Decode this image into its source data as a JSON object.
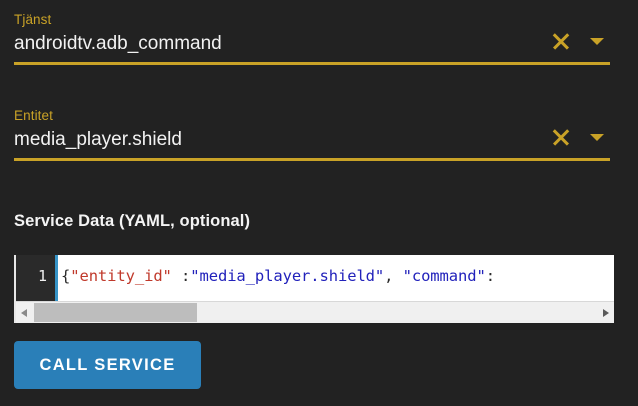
{
  "theme": {
    "background": "#222222",
    "accent_gold": "#c9a227",
    "button_blue": "#2a7fb8",
    "editor_bg": "#ffffff",
    "gutter_bg": "#2a2a2a",
    "caret_blue": "#3794c7"
  },
  "fields": [
    {
      "label": "Tjänst",
      "value": "androidtv.adb_command",
      "clear_icon": "close-icon",
      "dropdown_icon": "chevron-down-icon"
    },
    {
      "label": "Entitet",
      "value": "media_player.shield",
      "clear_icon": "close-icon",
      "dropdown_icon": "chevron-down-icon"
    }
  ],
  "service_data": {
    "title": "Service Data (YAML, optional)",
    "line_number": "1",
    "code_raw": "{\"entity_id\" :\"media_player.shield\", \"command\":",
    "tokens": [
      {
        "text": "{",
        "type": "punct"
      },
      {
        "text": "\"entity_id\"",
        "type": "key"
      },
      {
        "text": " :",
        "type": "punct"
      },
      {
        "text": "\"media_player.shield\"",
        "type": "string"
      },
      {
        "text": ", ",
        "type": "punct"
      },
      {
        "text": "\"command\"",
        "type": "string"
      },
      {
        "text": ":",
        "type": "punct"
      }
    ],
    "scrollbar": {
      "left_arrow_icon": "arrow-left-icon",
      "right_arrow_icon": "arrow-right-icon",
      "thumb_position_percent": 0,
      "thumb_width_percent": 29
    }
  },
  "actions": {
    "call_service_label": "CALL SERVICE"
  }
}
